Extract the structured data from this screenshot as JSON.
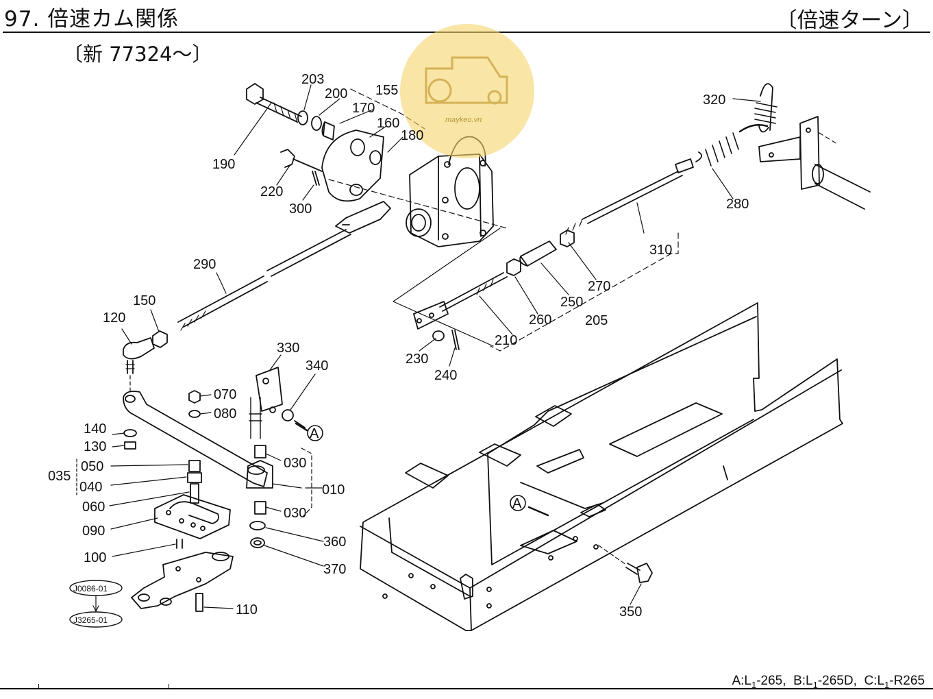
{
  "header": {
    "title": "97. 倍速カム関係",
    "subtitle": "〔新 77324～〕",
    "type_label": "〔倍速ターン〕"
  },
  "watermark": {
    "text": "maykeo.vn",
    "color": "#f5d36b"
  },
  "callouts": [
    "203",
    "200",
    "155",
    "170",
    "160",
    "180",
    "190",
    "220",
    "300",
    "320",
    "280",
    "310",
    "270",
    "250",
    "260",
    "205",
    "210",
    "230",
    "240",
    "290",
    "150",
    "120",
    "330",
    "340",
    "070",
    "080",
    "140",
    "130",
    "050",
    "035",
    "040",
    "060",
    "090",
    "100",
    "030",
    "010",
    "030",
    "360",
    "370",
    "110",
    "350"
  ],
  "markers": {
    "a1": "A",
    "a2": "A"
  },
  "refs": {
    "ref1": "J0086-01",
    "ref2": "J3265-01"
  },
  "footer": {
    "a": "A:L",
    "a_sub": "1",
    "a_rest": "-265,",
    "b": "B:L",
    "b_sub": "1",
    "b_rest": "-265D,",
    "c": "C:L",
    "c_sub": "1",
    "c_rest": "-R265"
  }
}
